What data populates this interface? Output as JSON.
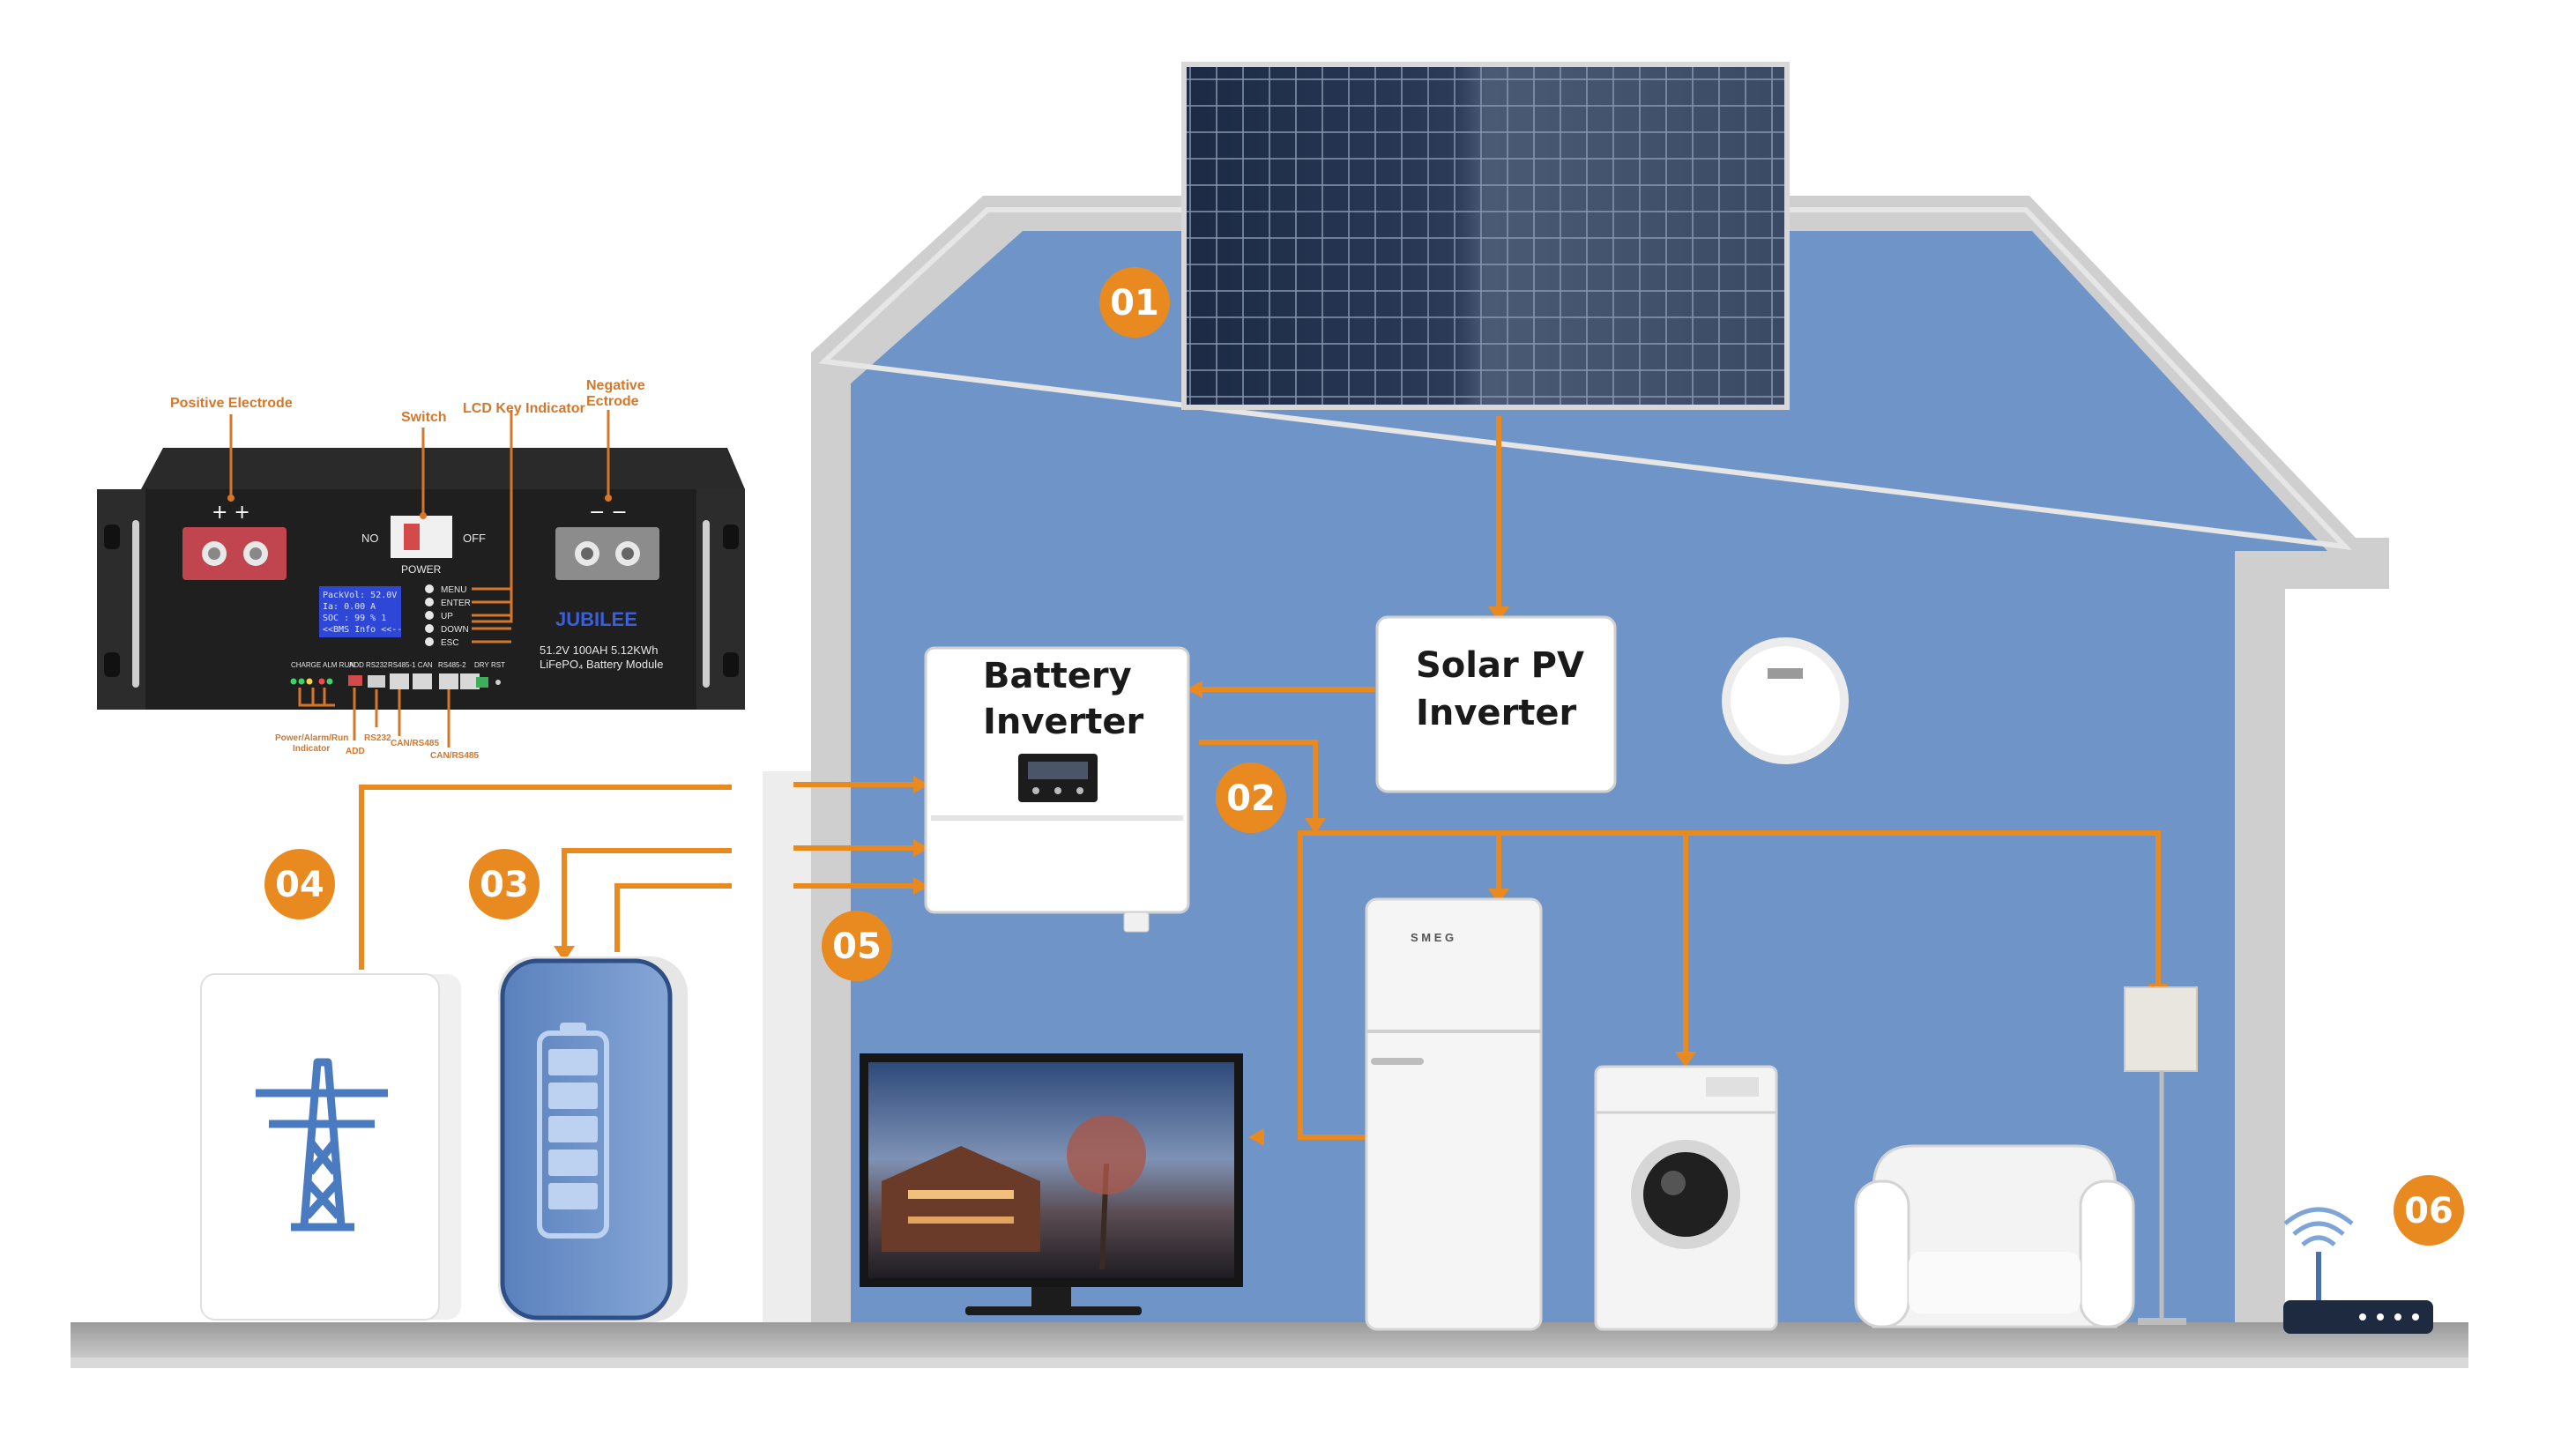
{
  "colors": {
    "accent": "#e88a20",
    "wall_blue": "#6f94c8",
    "house_frame": "#8a8a8a",
    "device_white": "#f7f7f7"
  },
  "labels": {
    "battery_inverter_line1": "Battery",
    "battery_inverter_line2": "Inverter",
    "solar_pv_inverter_line1": "Solar PV",
    "solar_pv_inverter_line2": "Inverter"
  },
  "badges": [
    "01",
    "02",
    "03",
    "04",
    "05",
    "06"
  ],
  "battery_module": {
    "callouts": {
      "positive": "Positive Electrode",
      "switch": "Switch",
      "lcd": "LCD Key Indicator",
      "negative_1": "Negative",
      "negative_2": "Ectrode",
      "indicator_1": "Power/Alarm/Run",
      "indicator_2": "Indicator",
      "add": "ADD",
      "rs232": "RS232",
      "can_rs485_1": "CAN/RS485",
      "can_rs485_2": "CAN/RS485"
    },
    "switch_no": "NO",
    "switch_off": "OFF",
    "power": "POWER",
    "keys": [
      "MENU",
      "ENTER",
      "UP",
      "DOWN",
      "ESC"
    ],
    "lcd_lines": [
      "PackVol: 52.0V",
      "Ia:     0.00 A",
      "SOC :   99 % 1",
      "<<BMS Info <<--"
    ],
    "brand": "JUBILEE",
    "model_1": "51.2V 100AH 5.12KWh",
    "model_2": "LiFePO₄ Battery Module",
    "port_labels": [
      "CHARGE",
      "ALM RUN",
      "ADD",
      "RS232",
      "RS485-1 CAN",
      "RS485-2",
      "DRY",
      "RST"
    ],
    "polarity_plus": "+ +",
    "polarity_minus": "− −"
  },
  "fridge_brand": "S M E G",
  "icons": [
    "transmission-tower-icon",
    "battery-icon",
    "wifi-icon"
  ]
}
